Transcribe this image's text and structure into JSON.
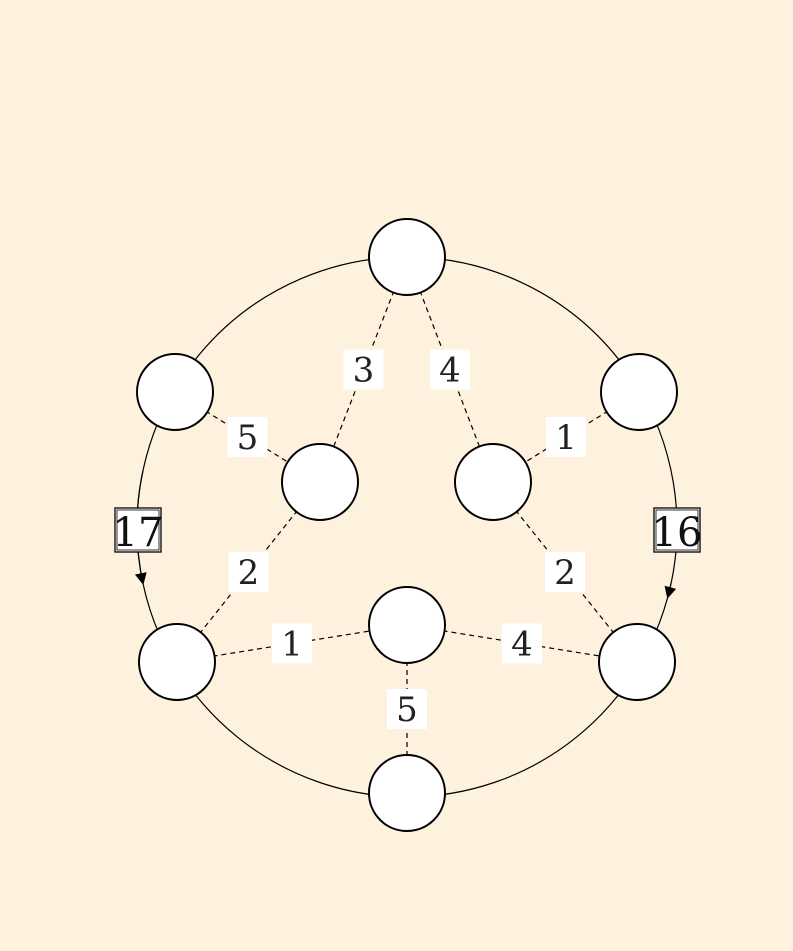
{
  "colors": {
    "background": "#fef1de",
    "node_fill": "#ffffff",
    "stroke": "#000000"
  },
  "puzzle": {
    "nodes": [
      {
        "id": "top",
        "value": ""
      },
      {
        "id": "outer-left",
        "value": ""
      },
      {
        "id": "outer-right",
        "value": ""
      },
      {
        "id": "inner-left",
        "value": ""
      },
      {
        "id": "inner-right",
        "value": ""
      },
      {
        "id": "bottom-left",
        "value": ""
      },
      {
        "id": "center",
        "value": ""
      },
      {
        "id": "bottom-right",
        "value": ""
      },
      {
        "id": "bottom",
        "value": ""
      }
    ],
    "edges": [
      {
        "from": "top",
        "to": "inner-left",
        "label": "3"
      },
      {
        "from": "top",
        "to": "inner-right",
        "label": "4"
      },
      {
        "from": "outer-left",
        "to": "inner-left",
        "label": "5"
      },
      {
        "from": "outer-right",
        "to": "inner-right",
        "label": "1"
      },
      {
        "from": "inner-left",
        "to": "bottom-left",
        "label": "2"
      },
      {
        "from": "inner-right",
        "to": "bottom-right",
        "label": "2"
      },
      {
        "from": "bottom-left",
        "to": "center",
        "label": "1"
      },
      {
        "from": "center",
        "to": "bottom-right",
        "label": "4"
      },
      {
        "from": "center",
        "to": "bottom",
        "label": "5"
      }
    ],
    "sums": {
      "left": "17",
      "right": "16"
    }
  }
}
